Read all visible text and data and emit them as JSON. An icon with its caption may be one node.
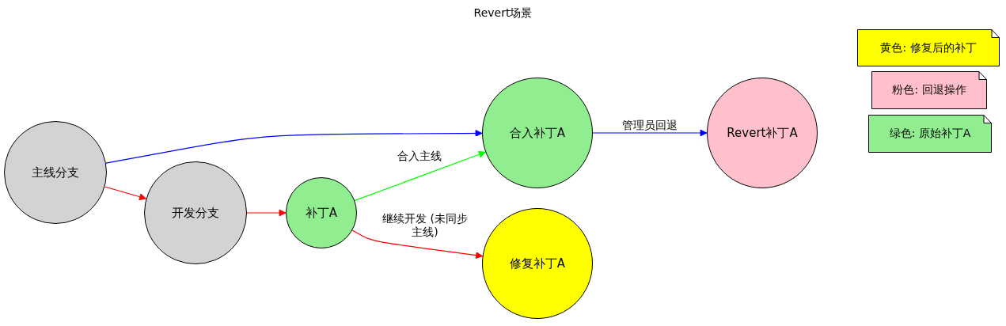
{
  "diagram": {
    "title": "Revert场景",
    "nodes": [
      {
        "text": [
          "主线分支"
        ]
      },
      {
        "text": [
          "开发分支"
        ]
      },
      {
        "text": [
          "补丁A"
        ]
      },
      {
        "text": [
          "合入补丁A"
        ]
      },
      {
        "text": [
          "修复补丁A"
        ]
      },
      {
        "text": [
          "Revert补丁A"
        ]
      }
    ],
    "edges": [
      {
        "from": 0,
        "to": 3,
        "arrow": "to",
        "color": "#0000ff"
      },
      {
        "from": 0,
        "to": 1,
        "arrow": "to"
      },
      {
        "from": 1,
        "to": 2,
        "arrow": "to"
      },
      {
        "from": 2,
        "to": 3,
        "arrow": "to",
        "label": "合入主线",
        "color": "#00ff00"
      },
      {
        "from": 2,
        "to": 4,
        "arrow": "to",
        "label": "继续开发 (未同步主线)"
      },
      {
        "from": 3,
        "to": 5,
        "arrow": "to",
        "label": "管理员回退",
        "color": "#0000ff"
      }
    ],
    "legend": [
      {
        "text": "黄色: 修复后的补丁",
        "color": "#ffff00"
      },
      {
        "text": "粉色: 回退操作",
        "color": "#ffc0cb"
      },
      {
        "text": "绿色: 原始补丁A",
        "color": "#90ee90"
      }
    ]
  }
}
